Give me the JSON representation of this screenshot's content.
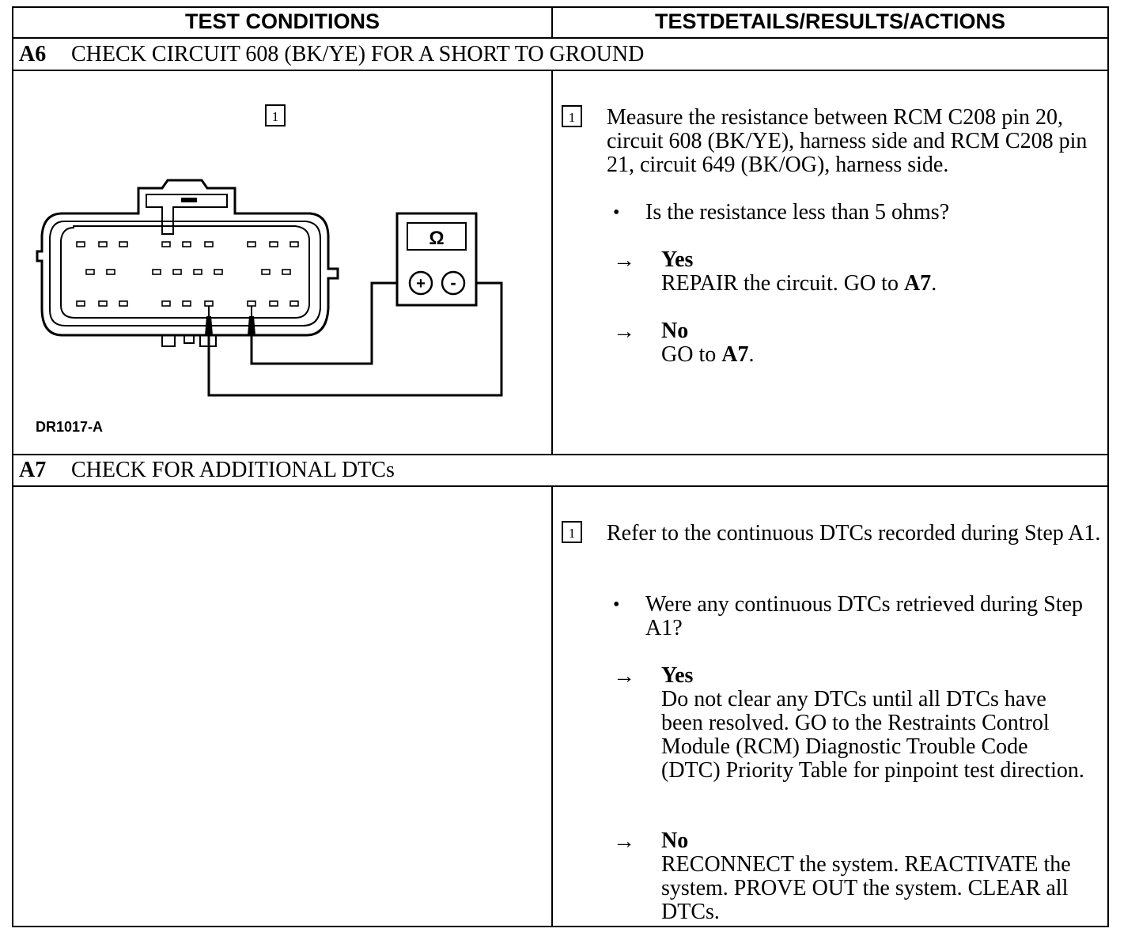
{
  "header": {
    "left": "TEST CONDITIONS",
    "right": "TESTDETAILS/RESULTS/ACTIONS"
  },
  "a6": {
    "code": "A6",
    "title": "CHECK CIRCUIT 608 (BK/YE) FOR A SHORT TO GROUND",
    "diagram": {
      "step_label": "1",
      "meter_symbol": "Ω",
      "plus": "+",
      "minus": "-",
      "figure_id": "DR1017-A"
    },
    "step": {
      "number": "1",
      "text": "Measure the resistance between RCM C208 pin 20, circuit 608 (BK/YE), harness side and RCM C208 pin 21, circuit 649 (BK/OG), harness side.",
      "bullet": "•",
      "question": "Is the resistance less than 5 ohms?",
      "arrow": "→",
      "yes_label": "Yes",
      "yes_action_prefix": "REPAIR the circuit. GO to ",
      "yes_action_target": "A7",
      "yes_action_suffix": ".",
      "no_label": "No",
      "no_action_prefix": "GO to ",
      "no_action_target": "A7",
      "no_action_suffix": "."
    }
  },
  "a7": {
    "code": "A7",
    "title": "CHECK FOR ADDITIONAL DTCs",
    "step": {
      "number": "1",
      "text": "Refer to the continuous DTCs recorded during Step A1.",
      "bullet": "•",
      "question": "Were any continuous DTCs retrieved during Step A1?",
      "arrow": "→",
      "yes_label": "Yes",
      "yes_action": "Do not clear any DTCs until all DTCs have been resolved. GO to the Restraints Control Module (RCM) Diagnostic Trouble Code (DTC) Priority Table for pinpoint test direction.",
      "no_label": "No",
      "no_action": "RECONNECT the system. REACTIVATE the system. PROVE OUT the system. CLEAR all DTCs."
    }
  }
}
